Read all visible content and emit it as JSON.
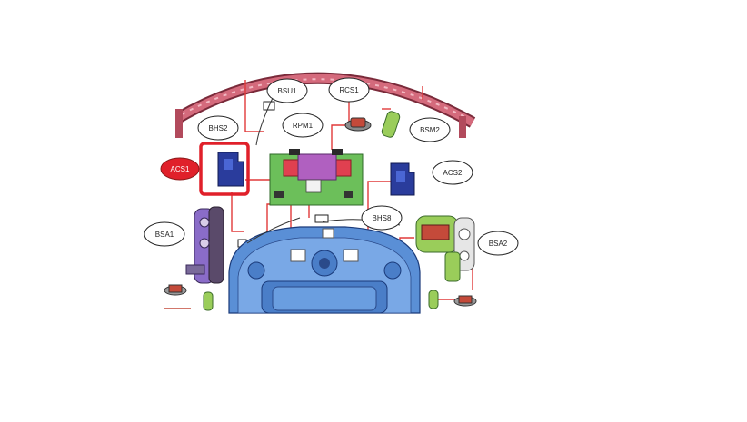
{
  "labels": {
    "bsu1": "BSU1",
    "rcs1": "RCS1",
    "bhs2": "BHS2",
    "rpm1": "RPM1",
    "bsm2": "BSM2",
    "acs1": "ACS1",
    "acs2": "ACS2",
    "bhs8": "BHS8",
    "bsa1": "BSA1",
    "bsa2": "BSA2"
  },
  "highlight": {
    "target": "acs1",
    "color": "#e0202a"
  },
  "colors": {
    "leader_line": "#e03a3a",
    "bumper": "#c9586a",
    "base": "#5a8fd6",
    "sensor_blue": "#2a3c9c",
    "board_green": "#6cbf5a",
    "bracket_purple": "#8a6cc8",
    "motor_green": "#9acd5a"
  }
}
